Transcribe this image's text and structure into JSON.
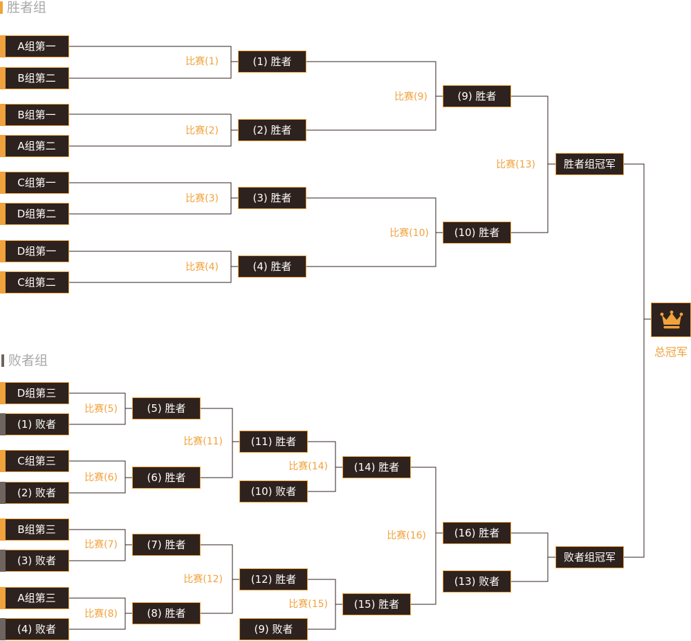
{
  "sections": {
    "winners": "胜者组",
    "losers": "败者组"
  },
  "winners": {
    "seeds": [
      "A组第一",
      "B组第二",
      "B组第一",
      "A组第二",
      "C组第一",
      "D组第二",
      "D组第一",
      "C组第二"
    ],
    "r1": [
      "(1) 胜者",
      "(2) 胜者",
      "(3) 胜者",
      "(4) 胜者"
    ],
    "r1_labels": [
      "比赛(1)",
      "比赛(2)",
      "比赛(3)",
      "比赛(4)"
    ],
    "r2": [
      "(9) 胜者",
      "(10) 胜者"
    ],
    "r2_labels": [
      "比赛(9)",
      "比赛(10)"
    ],
    "champion": "胜者组冠军",
    "champion_label": "比赛(13)"
  },
  "losers": {
    "seeds": [
      "D组第三",
      "C组第三",
      "B组第三",
      "A组第三"
    ],
    "drop1": [
      "(1) 败者",
      "(2) 败者",
      "(3) 败者",
      "(4) 败者"
    ],
    "r1": [
      "(5) 胜者",
      "(6) 胜者",
      "(7) 胜者",
      "(8) 胜者"
    ],
    "r1_labels": [
      "比赛(5)",
      "比赛(6)",
      "比赛(7)",
      "比赛(8)"
    ],
    "r2": [
      "(11) 胜者",
      "(12) 胜者"
    ],
    "r2_labels": [
      "比赛(11)",
      "比赛(12)"
    ],
    "drop2": [
      "(10) 败者",
      "(9) 败者"
    ],
    "r3": [
      "(14) 胜者",
      "(15) 胜者"
    ],
    "r3_labels": [
      "比赛(14)",
      "比赛(15)"
    ],
    "r4": "(16) 胜者",
    "r4_label": "比赛(16)",
    "drop3": "(13) 败者",
    "champion": "败者组冠军"
  },
  "grand": {
    "icon": "crown-icon",
    "label": "总冠军"
  },
  "colors": {
    "accent": "#f0a23c",
    "box": "#2e221e",
    "loser_bar": "#6e6560",
    "title": "#a9a9a9"
  }
}
